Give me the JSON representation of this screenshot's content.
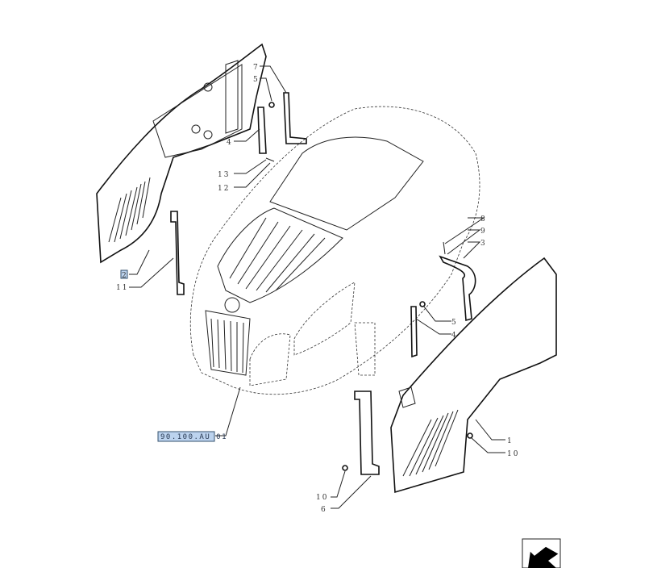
{
  "diagram": {
    "reference_link": "90.100.AU 01",
    "highlighted_label": "2",
    "highlight_color": "#bcd3ee",
    "callouts": [
      {
        "id": "c7",
        "text": "7"
      },
      {
        "id": "c5a",
        "text": "5"
      },
      {
        "id": "c4a",
        "text": "4"
      },
      {
        "id": "c13",
        "text": "13"
      },
      {
        "id": "c12",
        "text": "12"
      },
      {
        "id": "c2",
        "text": "2"
      },
      {
        "id": "c11",
        "text": "11"
      },
      {
        "id": "c8",
        "text": "8"
      },
      {
        "id": "c9",
        "text": "9"
      },
      {
        "id": "c3",
        "text": "3"
      },
      {
        "id": "c5b",
        "text": "5"
      },
      {
        "id": "c4b",
        "text": "4"
      },
      {
        "id": "c1",
        "text": "1"
      },
      {
        "id": "c10a",
        "text": "10"
      },
      {
        "id": "c10b",
        "text": "10"
      },
      {
        "id": "c6",
        "text": "6"
      }
    ],
    "nav_icon": "previous-page-arrow-icon"
  }
}
